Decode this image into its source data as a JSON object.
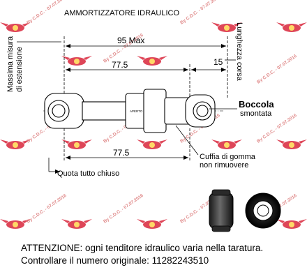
{
  "title": "AMMORTIZZATORE IDRAULICO",
  "dimensions": {
    "max_length": "95 Max",
    "left_top": "77.5",
    "stroke": "15",
    "left_bottom": "77.5"
  },
  "labels": {
    "max_extension": "Massima misura di estensione",
    "stroke_length": "Lunghezza corsa",
    "closed_length": "Quota tutto chiuso",
    "bushing_title": "Boccola",
    "bushing_sub": "smontata",
    "rubber_cover_1": "Cuffia di gomma",
    "rubber_cover_2": "non rimuovere",
    "body_marking": "APERTO"
  },
  "note": {
    "line1": "ATTENZIONE: ogni tenditore idraulico varia nella taratura.",
    "line2": "Controllare il numero originale:  11282243510"
  },
  "watermark": {
    "text": "By C.D.C. - 07.07.2016",
    "color": "#e08a8a",
    "logo_color": "#d9263c"
  }
}
